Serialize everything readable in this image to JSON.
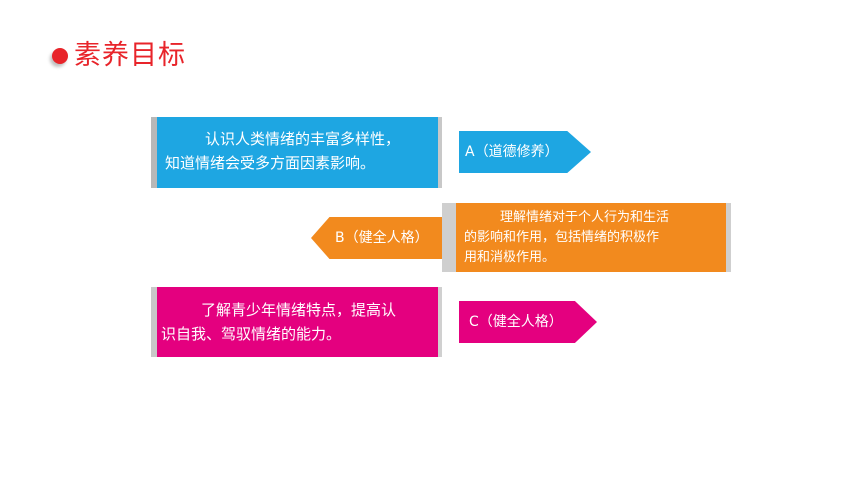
{
  "title": "素养目标",
  "colors": {
    "title_red": "#e8242a",
    "blue": "#1ea6e2",
    "orange": "#f28a1e",
    "magenta": "#e4007f"
  },
  "goals": [
    {
      "text_line1": "认识人类情绪的丰富多样性，",
      "text_line2": "知道情绪会受多方面因素影响。",
      "tag": "A（道德修养）"
    },
    {
      "text_line1": "理解情绪对于个人行为和生活",
      "text_line2": "的影响和作用，包括情绪的积极作",
      "text_line3": "用和消极作用。",
      "tag": "B（健全人格）"
    },
    {
      "text_line1": "了解青少年情绪特点，提高认",
      "text_line2": "识自我、驾驭情绪的能力。",
      "tag": "C（健全人格）"
    }
  ]
}
